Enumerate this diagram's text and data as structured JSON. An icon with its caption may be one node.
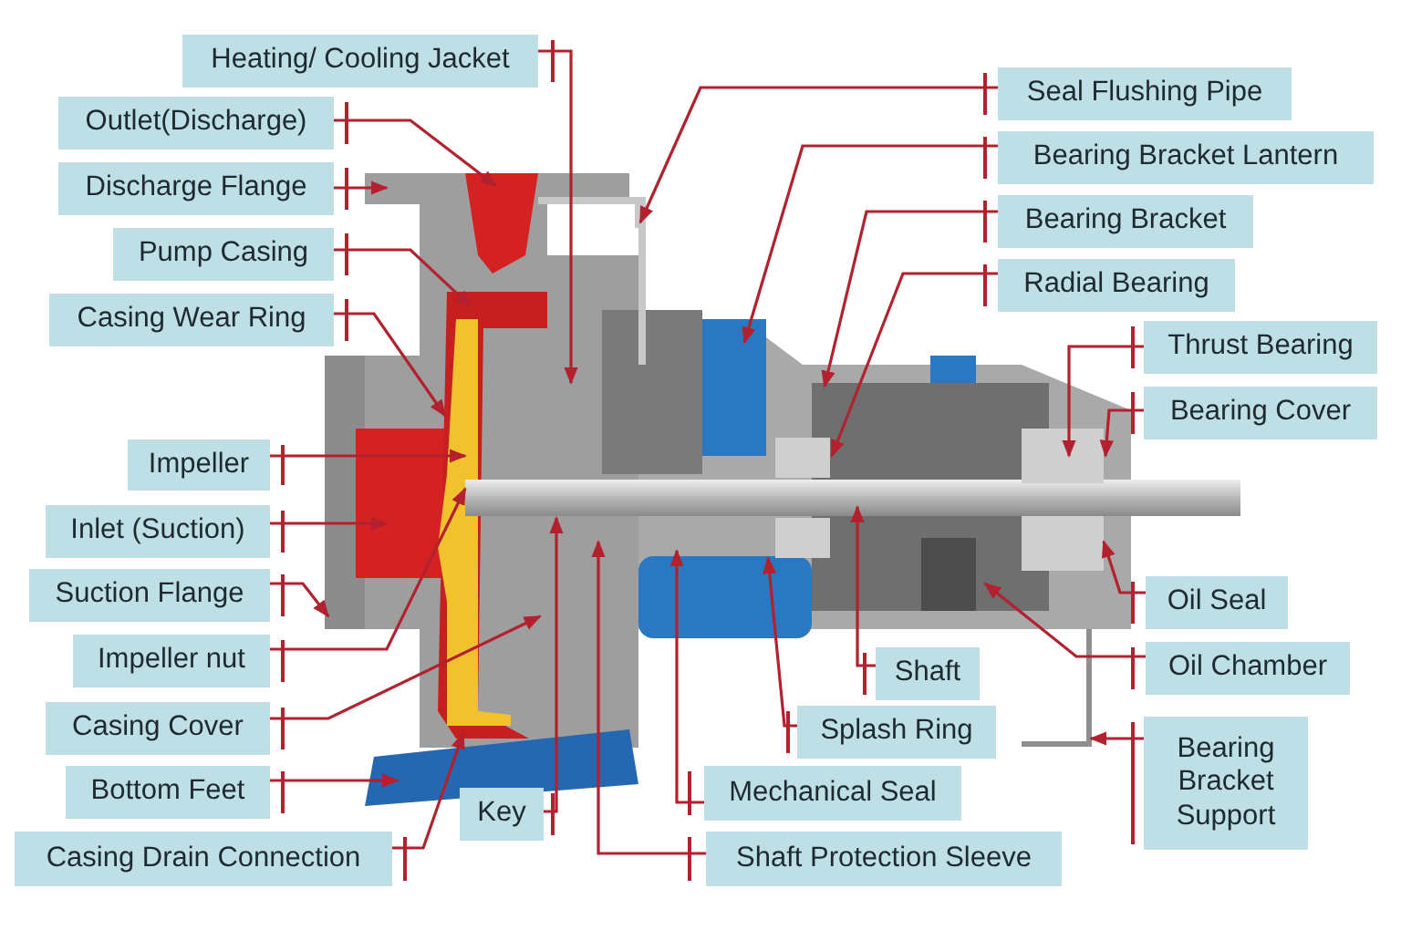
{
  "diagram": {
    "nodes": [
      {
        "text": [
          "Heating/ Cooling Jacket"
        ]
      },
      {
        "text": [
          "Outlet(Discharge)"
        ]
      },
      {
        "text": [
          "Discharge Flange"
        ]
      },
      {
        "text": [
          "Pump Casing"
        ]
      },
      {
        "text": [
          "Casing Wear Ring"
        ]
      },
      {
        "text": [
          "Impeller"
        ]
      },
      {
        "text": [
          "Inlet (Suction)"
        ]
      },
      {
        "text": [
          "Suction Flange"
        ]
      },
      {
        "text": [
          "Impeller nut"
        ]
      },
      {
        "text": [
          "Casing Cover"
        ]
      },
      {
        "text": [
          "Bottom Feet"
        ]
      },
      {
        "text": [
          "Casing Drain Connection"
        ]
      },
      {
        "text": [
          "Key"
        ]
      },
      {
        "text": [
          "Seal Flushing Pipe"
        ]
      },
      {
        "text": [
          "Bearing Bracket Lantern"
        ]
      },
      {
        "text": [
          "Bearing Bracket"
        ]
      },
      {
        "text": [
          "Radial Bearing"
        ]
      },
      {
        "text": [
          "Thrust Bearing"
        ]
      },
      {
        "text": [
          "Bearing Cover"
        ]
      },
      {
        "text": [
          "Oil Seal"
        ]
      },
      {
        "text": [
          "Oil Chamber"
        ]
      },
      {
        "text": [
          "Shaft"
        ]
      },
      {
        "text": [
          "Splash Ring"
        ]
      },
      {
        "text": [
          "Mechanical Seal"
        ]
      },
      {
        "text": [
          "Shaft Protection Sleeve"
        ]
      },
      {
        "text": [
          "Bearing Bracket Support"
        ]
      }
    ],
    "edges": [
      {
        "from": 0,
        "to": null,
        "arrow": "to"
      },
      {
        "from": 1,
        "to": null,
        "arrow": "to"
      },
      {
        "from": 2,
        "to": null,
        "arrow": "to"
      },
      {
        "from": 3,
        "to": null,
        "arrow": "to"
      },
      {
        "from": 4,
        "to": null,
        "arrow": "to"
      },
      {
        "from": 5,
        "to": null,
        "arrow": "to"
      },
      {
        "from": 6,
        "to": null,
        "arrow": "to"
      },
      {
        "from": 7,
        "to": null,
        "arrow": "to"
      },
      {
        "from": 8,
        "to": null,
        "arrow": "to"
      },
      {
        "from": 9,
        "to": null,
        "arrow": "to"
      },
      {
        "from": 10,
        "to": null,
        "arrow": "to"
      },
      {
        "from": 11,
        "to": null,
        "arrow": "to"
      },
      {
        "from": 12,
        "to": null,
        "arrow": "to"
      },
      {
        "from": 13,
        "to": null,
        "arrow": "to"
      },
      {
        "from": 14,
        "to": null,
        "arrow": "to"
      },
      {
        "from": 15,
        "to": null,
        "arrow": "to"
      },
      {
        "from": 16,
        "to": null,
        "arrow": "to"
      },
      {
        "from": 17,
        "to": null,
        "arrow": "to"
      },
      {
        "from": 18,
        "to": null,
        "arrow": "to"
      },
      {
        "from": 19,
        "to": null,
        "arrow": "to"
      },
      {
        "from": 20,
        "to": null,
        "arrow": "to"
      },
      {
        "from": 21,
        "to": null,
        "arrow": "to"
      },
      {
        "from": 22,
        "to": null,
        "arrow": "to"
      },
      {
        "from": 23,
        "to": null,
        "arrow": "to"
      },
      {
        "from": 24,
        "to": null,
        "arrow": "to"
      },
      {
        "from": 25,
        "to": null,
        "arrow": "to"
      }
    ]
  }
}
